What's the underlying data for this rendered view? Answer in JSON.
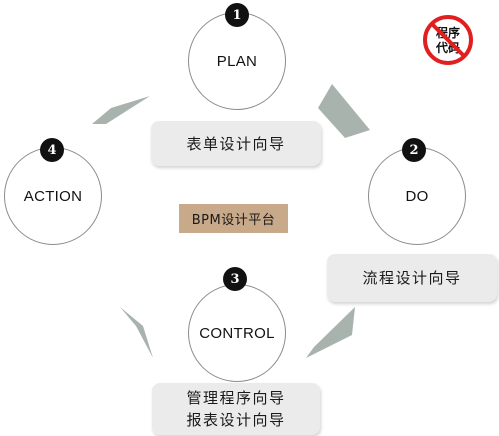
{
  "diagram": {
    "center_label": "BPM设计平台",
    "steps": [
      {
        "number": "1",
        "name": "PLAN",
        "caption": [
          "表单设计向导"
        ]
      },
      {
        "number": "2",
        "name": "DO",
        "caption": [
          "流程设计向导"
        ]
      },
      {
        "number": "3",
        "name": "CONTROL",
        "caption": [
          "管理程序向导",
          "报表设计向导"
        ]
      },
      {
        "number": "4",
        "name": "ACTION",
        "caption": []
      }
    ]
  },
  "logo": {
    "text_line1": "程序",
    "text_line2": "代码"
  },
  "colors": {
    "arrow": "#a9b3ad",
    "box": "#ebebeb",
    "center_box": "#c8a98a",
    "logo_red": "#e02020"
  }
}
